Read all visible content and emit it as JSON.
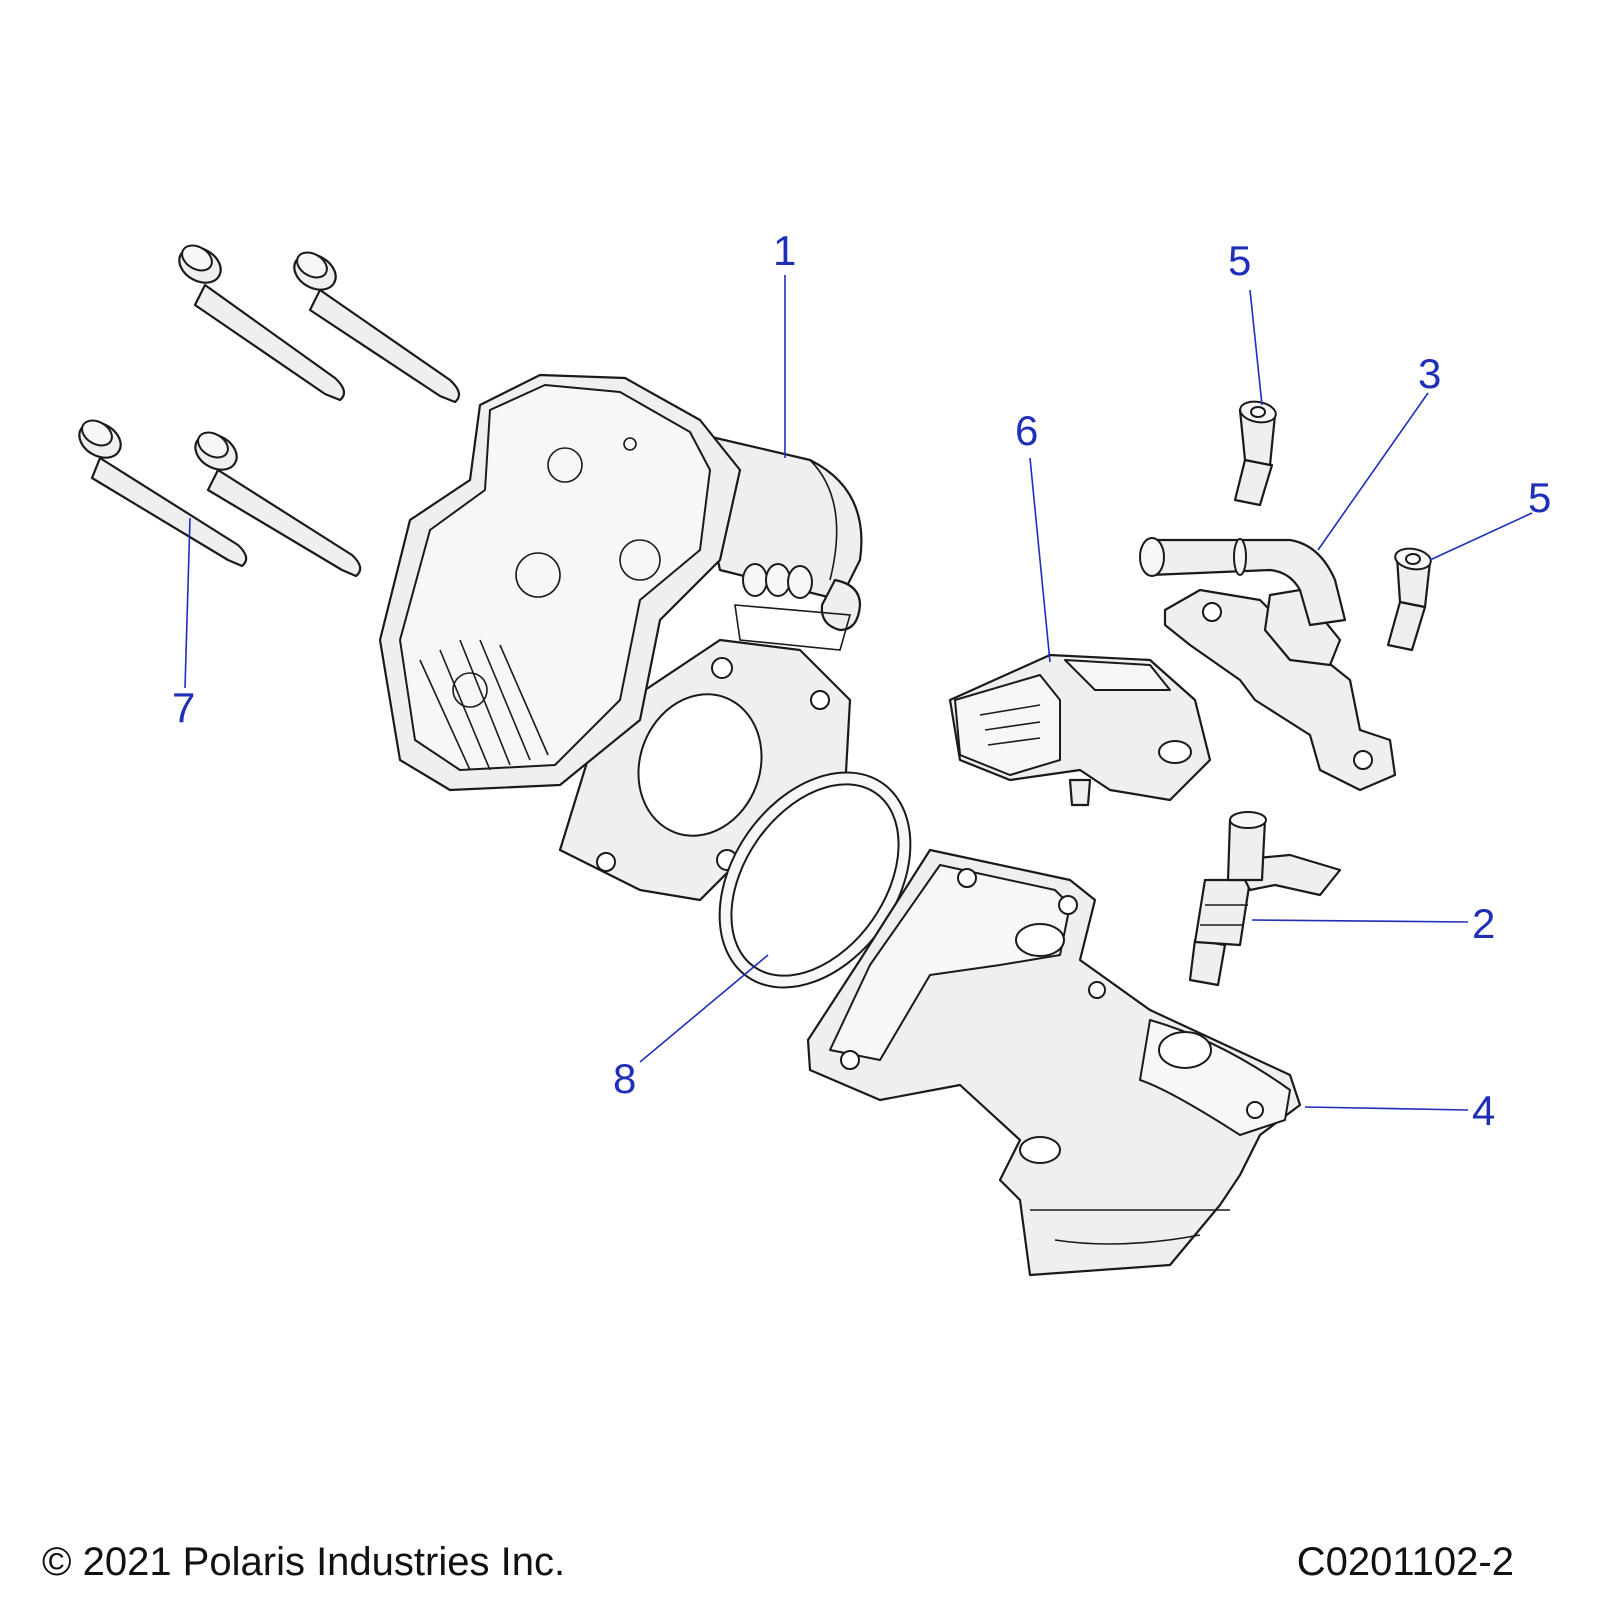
{
  "callouts": [
    "1",
    "2",
    "3",
    "4",
    "5",
    "5",
    "6",
    "7",
    "8"
  ],
  "footer": {
    "copyright": "© 2021 Polaris Industries Inc.",
    "drawing_number": "C0201102-2"
  },
  "colors": {
    "callout": "#1f2fb8",
    "line": "#1a1a1a",
    "part_fill": "#efefef"
  }
}
